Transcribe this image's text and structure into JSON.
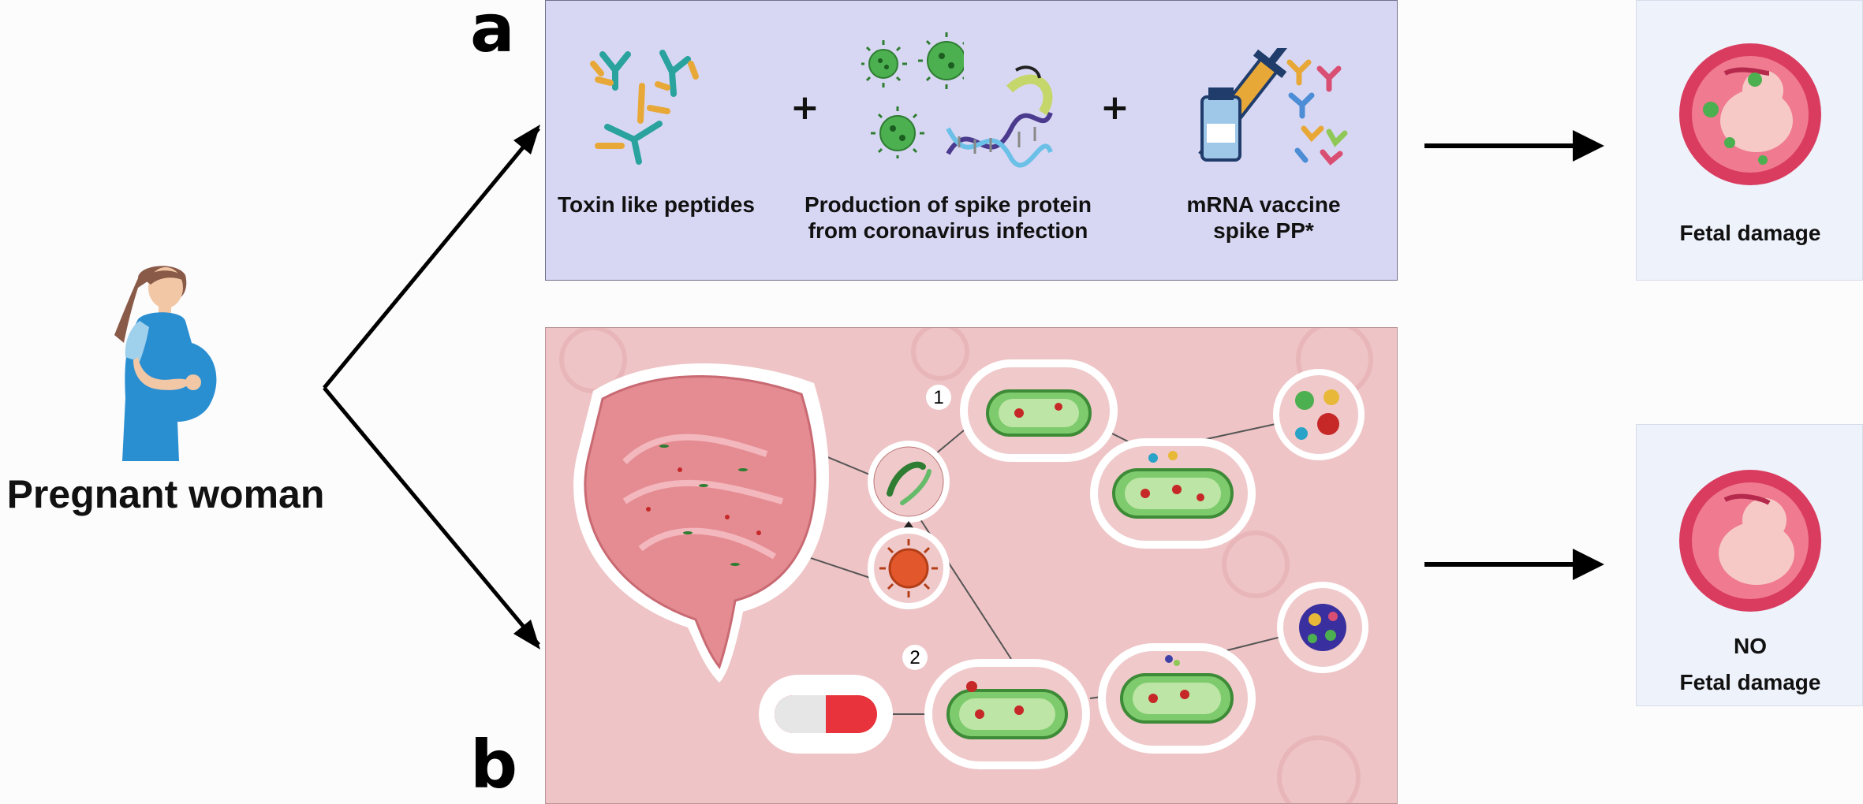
{
  "woman": {
    "label": "Pregnant woman"
  },
  "panel_a": {
    "letter": "a",
    "items": [
      {
        "lines": [
          "Toxin like peptides"
        ]
      },
      {
        "lines": [
          "Production of spike protein",
          "from coronavirus infection"
        ]
      },
      {
        "lines": [
          "mRNA vaccine",
          "spike PP*"
        ]
      }
    ],
    "plus": "+"
  },
  "panel_b": {
    "letter": "b",
    "step_markers": [
      "1",
      "2"
    ]
  },
  "outcomes": [
    {
      "lines": [
        "Fetal damage"
      ]
    },
    {
      "lines": [
        "NO",
        "Fetal damage"
      ]
    }
  ],
  "colors": {
    "panel_a_bg": "#d8d7f3",
    "panel_b_bg": "#efc4c6",
    "outcome_bg": "#eef2fa",
    "bacteria": "#7ecb6e",
    "virus": "#4caf50",
    "intestine": "#e58c93",
    "pill_red": "#e8323c",
    "fetus_ring": "#d93c5f"
  },
  "icons": [
    "pregnant-woman-icon",
    "antibody-icon",
    "virus-icon",
    "dna-helix-icon",
    "syringe-icon",
    "vial-icon",
    "fetus-icon",
    "intestine-icon",
    "bacteria-icon",
    "capsule-icon",
    "arrow-icon"
  ]
}
